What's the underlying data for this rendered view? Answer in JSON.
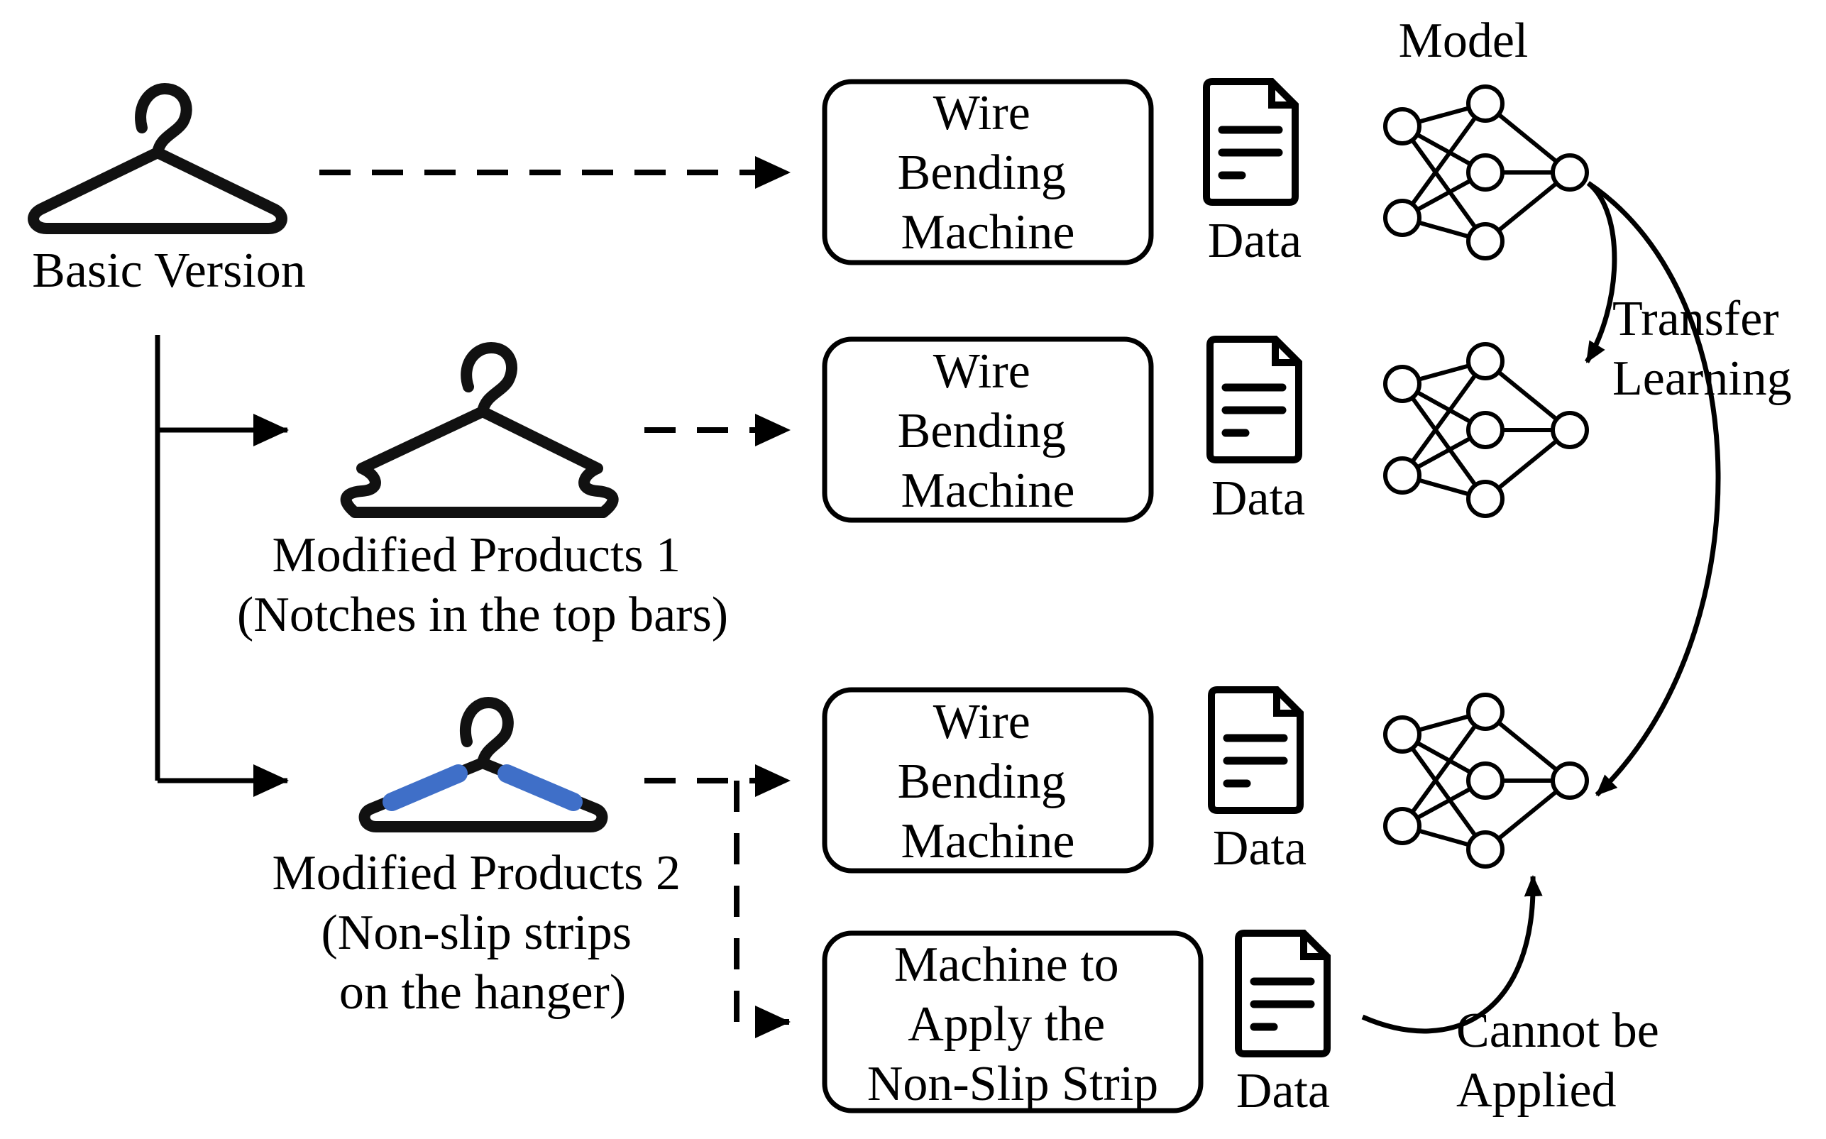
{
  "model_label": "Model",
  "products": [
    {
      "lines": [
        "Basic Version"
      ]
    },
    {
      "lines": [
        "Modified Products 1",
        "(Notches in the top bars)"
      ]
    },
    {
      "lines": [
        "Modified Products 2",
        "(Non-slip strips",
        "on the hanger)"
      ]
    }
  ],
  "machines": [
    {
      "lines": [
        "Wire",
        "Bending",
        "Machine"
      ]
    },
    {
      "lines": [
        "Wire",
        "Bending",
        "Machine"
      ]
    },
    {
      "lines": [
        "Wire",
        "Bending",
        "Machine"
      ]
    },
    {
      "lines": [
        "Machine to",
        "Apply the",
        "Non-Slip Strip"
      ]
    }
  ],
  "data_label": "Data",
  "transfer_label": [
    "Transfer",
    "Learning"
  ],
  "cannot_label": [
    "Cannot be",
    "Applied"
  ],
  "colors": {
    "strip": "#3f6fc8",
    "ink": "#000000"
  }
}
